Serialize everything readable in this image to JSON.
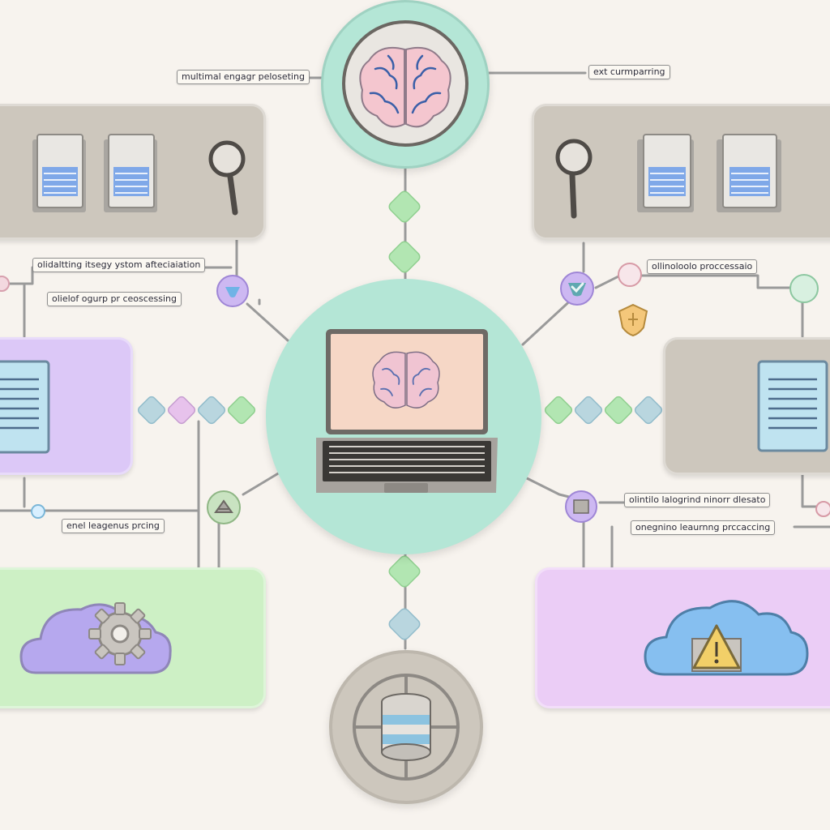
{
  "labels": {
    "top_left": "multimal engagr peloseting",
    "top_right": "ext curmparring",
    "mid_left_1": "olidaltting itsegy ystom afteciaiation",
    "mid_left_2": "olielof ogurp pr ceoscessing",
    "right_1": "ollinoloolo proccessaio",
    "left_bottom": "enel leagenus prcing",
    "right_bottom_1": "olintilo lalogrind ninorr dlesato",
    "right_bottom_2": "onegnino leaurnng prccaccing"
  },
  "icons": {
    "brain": "brain-icon",
    "laptop": "laptop-icon",
    "database": "database-icon",
    "document": "document-icon",
    "magnifier": "magnifier-icon",
    "cloud": "cloud-icon",
    "gear": "gear-icon",
    "warning": "warning-icon",
    "check": "check-shield-icon"
  },
  "colors": {
    "mint": "#b4e6d6",
    "panel_gray": "#cdc7bd",
    "lavender": "#dcc8f7",
    "green": "#cdf0c5",
    "pink_lavender": "#ebcdf6",
    "diamond_green": "#b2e6b2",
    "diamond_blue": "#b9d6df",
    "diamond_pink": "#e7c2ec"
  }
}
